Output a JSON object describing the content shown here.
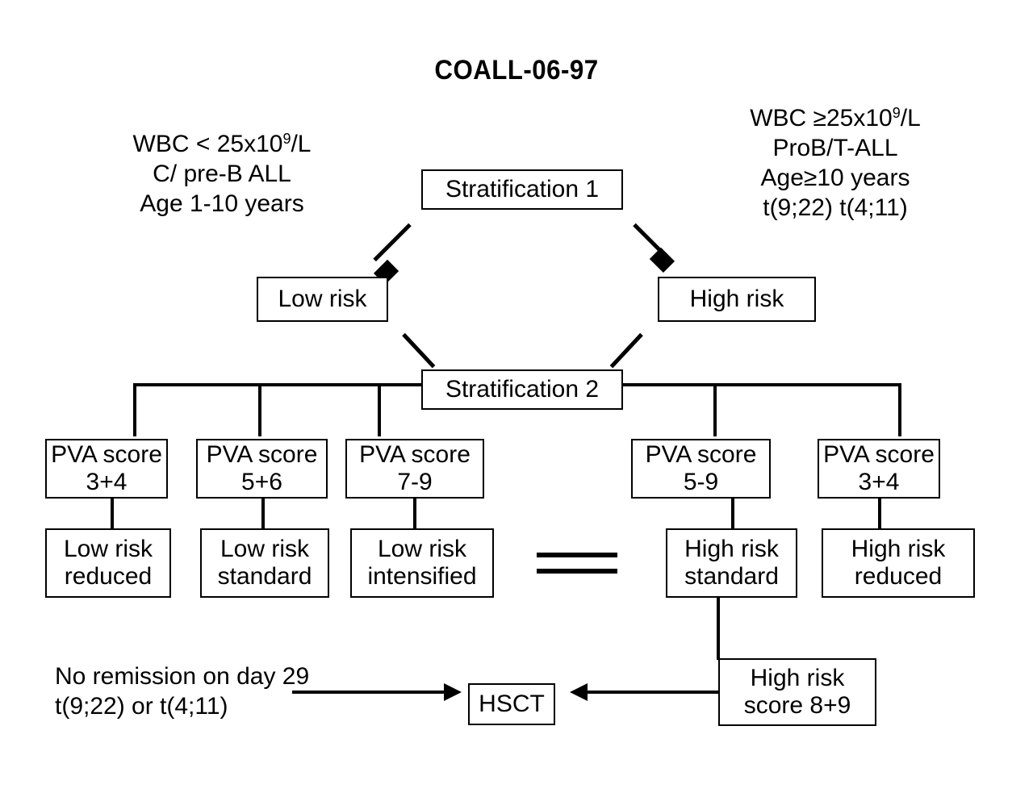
{
  "diagram": {
    "title": "COALL-06-97",
    "type": "clinical-treatment-stratification-flowchart",
    "criteria": {
      "left": {
        "name": "low-risk-criteria",
        "lines": [
          "WBC < 25x10",
          "C/ pre-B ALL",
          "Age 1-10 years"
        ],
        "line1_prefix": "WBC < 25x10",
        "line1_sup": "9",
        "line1_suffix": "/L",
        "line2": "C/ pre-B ALL",
        "line3": "Age 1-10 years"
      },
      "right": {
        "name": "high-risk-criteria",
        "line1_prefix": "WBC ≥25x10",
        "line1_sup": "9",
        "line1_suffix": "/L",
        "line2": "ProB/T-ALL",
        "line3": "Age≥10 years",
        "line4": "t(9;22) t(4;11)"
      }
    },
    "nodes": {
      "stratification1": "Stratification 1",
      "low_risk": "Low risk",
      "high_risk": "High risk",
      "stratification2": "Stratification 2",
      "pva_l1_line1": "PVA score",
      "pva_l1_line2": "3+4",
      "pva_l2_line1": "PVA score",
      "pva_l2_line2": "5+6",
      "pva_l3_line1": "PVA score",
      "pva_l3_line2": "7-9",
      "pva_r1_line1": "PVA score",
      "pva_r1_line2": "5-9",
      "pva_r2_line1": "PVA score",
      "pva_r2_line2": "3+4",
      "out_l1_line1": "Low risk",
      "out_l1_line2": "reduced",
      "out_l2_line1": "Low risk",
      "out_l2_line2": "standard",
      "out_l3_line1": "Low risk",
      "out_l3_line2": "intensified",
      "out_r1_line1": "High risk",
      "out_r1_line2": "standard",
      "out_r2_line1": "High risk",
      "out_r2_line2": "reduced",
      "hsct": "HSCT",
      "hr_score_line1": "High risk",
      "hr_score_line2": "score 8+9",
      "no_remission_line1": "No remission on day 29",
      "no_remission_line2": "t(9;22) or t(4;11)",
      "equals_symbol": "="
    },
    "colors": {
      "ink": "#000000",
      "paper": "#ffffff"
    }
  }
}
